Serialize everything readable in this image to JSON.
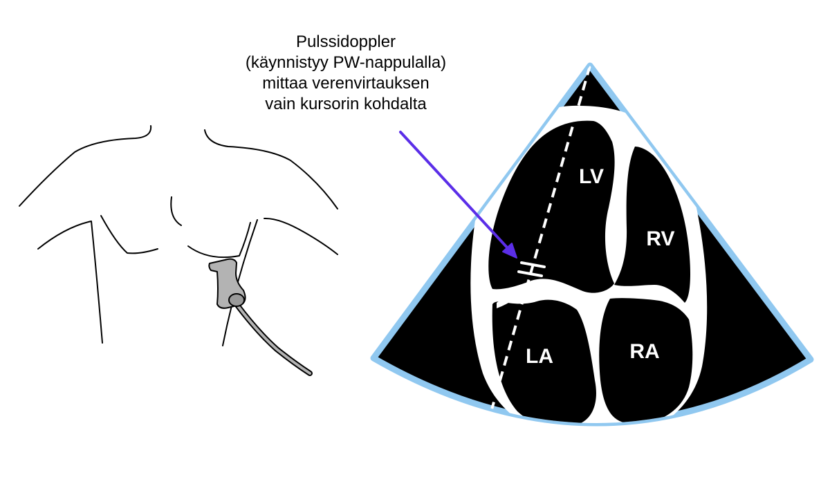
{
  "annotation": {
    "lines": [
      "Pulssidoppler",
      "(käynnistyy PW-nappulalla)",
      "mittaa verenvirtauksen",
      "vain kursorin kohdalta"
    ]
  },
  "chambers": {
    "lv": "LV",
    "rv": "RV",
    "la": "LA",
    "ra": "RA"
  },
  "colors": {
    "sector_border": "#90c8f0",
    "sector_fill": "#000000",
    "heart_walls": "#ffffff",
    "arrow": "#5b2ee8",
    "probe": "#b3b3b3",
    "body_outline": "#000000"
  },
  "icons": {
    "probe": "ultrasound-probe-icon",
    "sample_gate": "doppler-sample-gate-icon"
  }
}
